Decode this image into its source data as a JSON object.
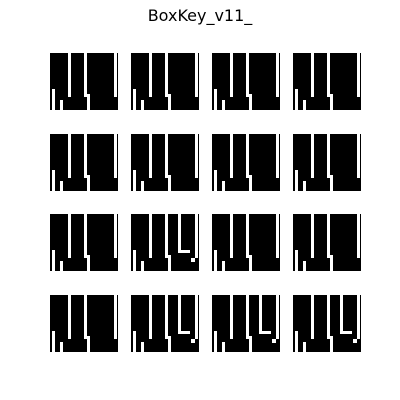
{
  "figure": {
    "title": "BoxKey_v11_"
  },
  "colors": {
    "wall": "#000000",
    "floor": "#ffffff",
    "background": "#ffffff"
  },
  "frames": [
    {
      "frame": 1,
      "walls_open": "default",
      "agent_marker": "none"
    },
    {
      "frame": 2,
      "walls_open": "default",
      "agent_marker": "none"
    },
    {
      "frame": 3,
      "walls_open": "default",
      "agent_marker": "none"
    },
    {
      "frame": 4,
      "walls_open": "default",
      "agent_marker": "none"
    },
    {
      "frame": 5,
      "walls_open": "default",
      "agent_marker": "none"
    },
    {
      "frame": 6,
      "walls_open": "default",
      "agent_marker": "none"
    },
    {
      "frame": 7,
      "walls_open": "default",
      "agent_marker": "none"
    },
    {
      "frame": 8,
      "walls_open": "default",
      "agent_marker": "none"
    },
    {
      "frame": 9,
      "walls_open": "default",
      "agent_marker": "none"
    },
    {
      "frame": 10,
      "walls_open": "alt",
      "agent_marker": "right-bottom"
    },
    {
      "frame": 11,
      "walls_open": "default",
      "agent_marker": "none"
    },
    {
      "frame": 12,
      "walls_open": "default",
      "agent_marker": "none"
    },
    {
      "frame": 13,
      "walls_open": "default",
      "agent_marker": "none"
    },
    {
      "frame": 14,
      "walls_open": "alt",
      "agent_marker": "right-bottom"
    },
    {
      "frame": 15,
      "walls_open": "alt",
      "agent_marker": "right-bottom"
    },
    {
      "frame": 16,
      "walls_open": "alt",
      "agent_marker": "right-bottom"
    }
  ]
}
